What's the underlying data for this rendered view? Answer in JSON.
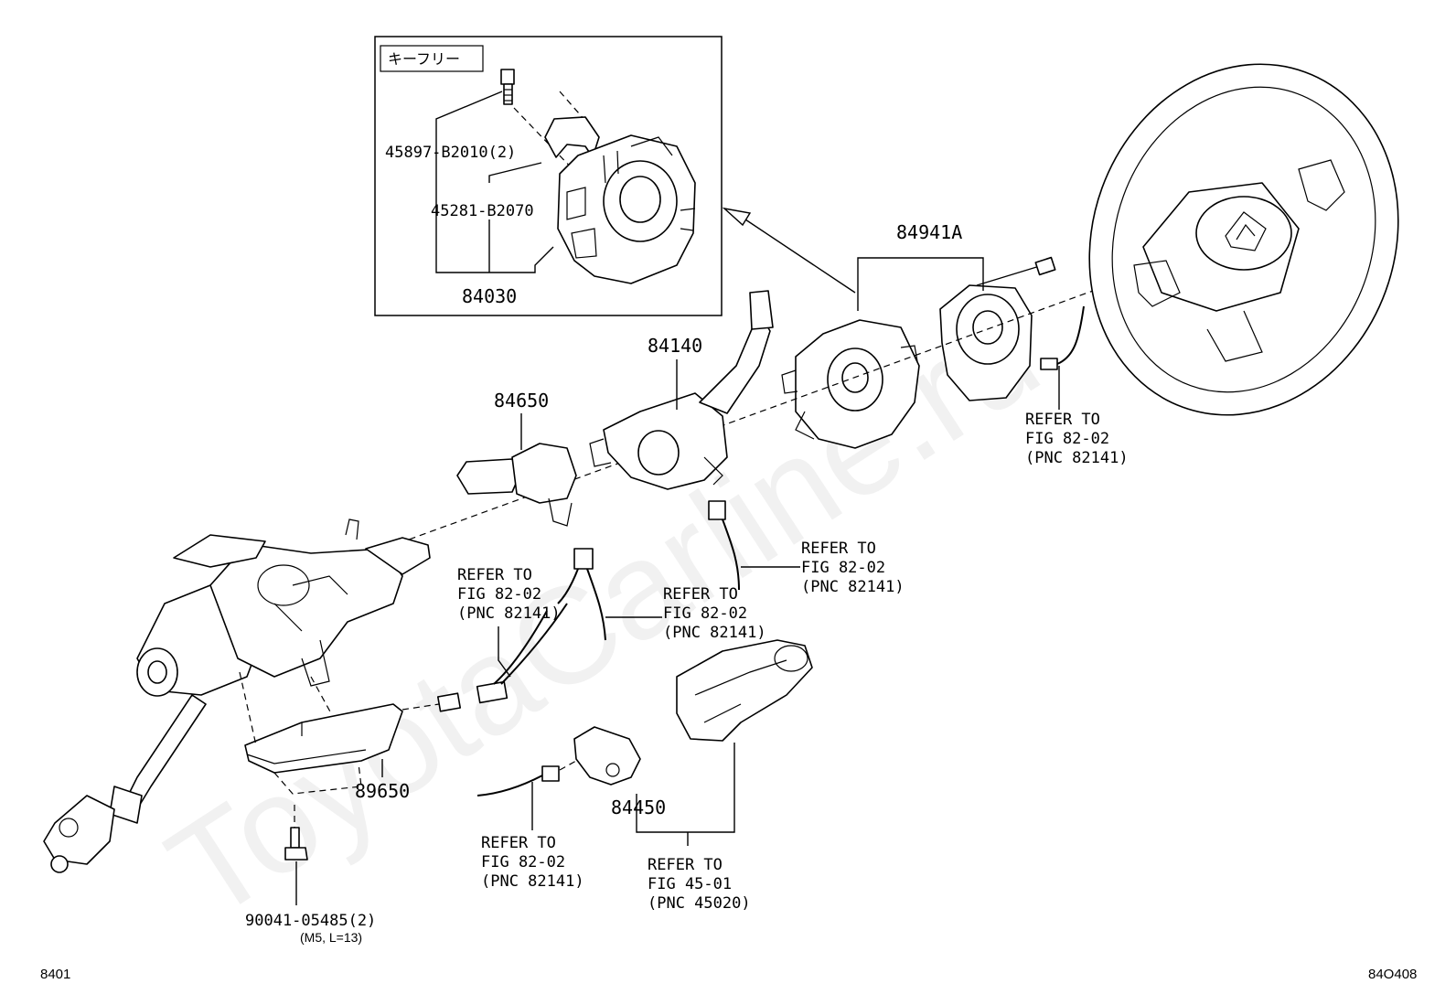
{
  "inset": {
    "title": "キーフリー",
    "parts": [
      "45897-B2010(2)",
      "45281-B2070",
      "84030"
    ]
  },
  "parts": {
    "p84941a": "84941A",
    "p84140": "84140",
    "p84650": "84650",
    "p89650": "89650",
    "p84450": "84450",
    "p90041": "90041-05485(2)",
    "p90041_spec": "(M5, L=13)"
  },
  "refs": {
    "r1": [
      "REFER TO",
      "FIG 82-02",
      "(PNC 82141)"
    ],
    "r2": [
      "REFER TO",
      "FIG 82-02",
      "(PNC 82141)"
    ],
    "r3": [
      "REFER TO",
      "FIG 82-02",
      "(PNC 82141)"
    ],
    "r4": [
      "REFER TO",
      "FIG 82-02",
      "(PNC 82141)"
    ],
    "r5": [
      "REFER TO",
      "FIG 82-02",
      "(PNC 82141)"
    ],
    "r6": [
      "REFER TO",
      "FIG 45-01",
      "(PNC 45020)"
    ]
  },
  "footer": {
    "left": "8401",
    "right": "84O408"
  },
  "watermark": "ToyotaCarline.ru"
}
